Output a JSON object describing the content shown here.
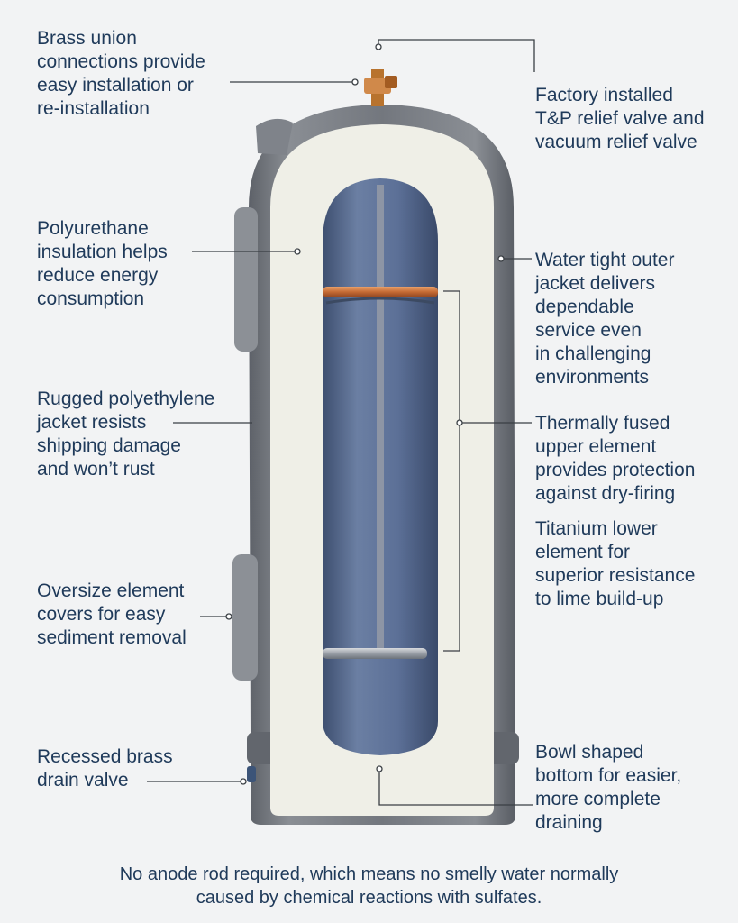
{
  "callouts": {
    "brass_union": "Brass union\nconnections provide\neasy installation or\nre-installation",
    "polyurethane": "Polyurethane\ninsulation helps\nreduce energy\nconsumption",
    "polyethylene": "Rugged polyethylene\njacket resists\nshipping damage\nand won’t rust",
    "oversize": "Oversize element\ncovers for easy\nsediment removal",
    "drain_valve": "Recessed brass\ndrain valve",
    "tp_relief": "Factory installed\nT&P relief valve and\nvacuum relief valve",
    "outer_jacket": "Water tight outer\njacket delivers\ndependable\nservice even\nin challenging\nenvironments",
    "upper_element": "Thermally fused\nupper element\nprovides protection\nagainst dry-firing",
    "lower_element": "Titanium lower\nelement for\nsuperior resistance\nto lime build-up",
    "bowl_bottom": "Bowl shaped\nbottom for easier,\nmore complete\ndraining"
  },
  "footer": "No anode rod required, which means no smelly water normally\ncaused by chemical reactions with sulfates.",
  "colors": {
    "text": "#1f3a5a",
    "leader_line": "#3a3f44",
    "outer_jacket": "#6f737a",
    "insulation": "#eeeee6",
    "tank": "#5a6f94",
    "copper": "#c9743e"
  }
}
